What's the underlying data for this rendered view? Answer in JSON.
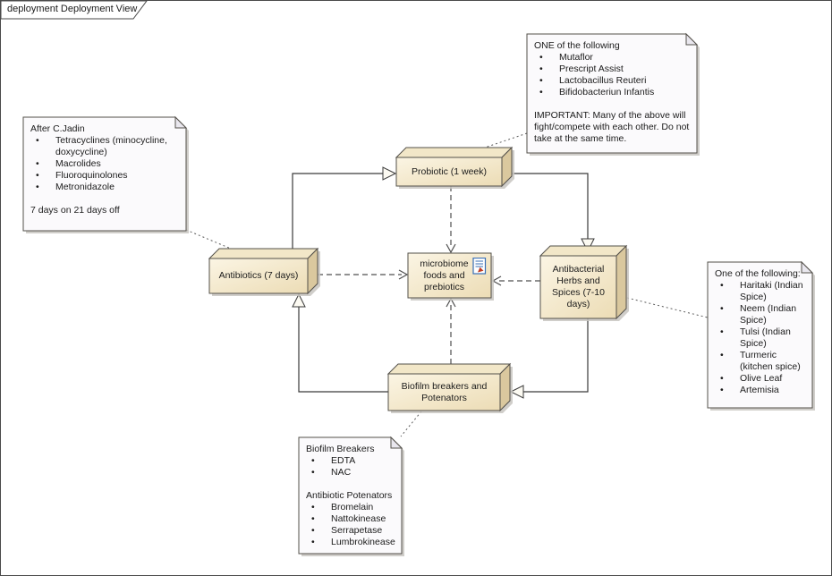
{
  "frame": {
    "label": "deployment Deployment View"
  },
  "colors": {
    "node_fill_light": "#fbf5e4",
    "node_fill_dark": "#ecdcb5",
    "node_top": "#f2e7c8",
    "node_side": "#dac89e",
    "node_border": "#53504a",
    "note_fill": "#fbfafc",
    "note_fold": "#e9e7ee",
    "note_border": "#53504a",
    "line": "#3a3a3a",
    "line_dash": "#4f4f4f",
    "line_note": "#5d5d5d",
    "tri_fill": "#fcfaf2",
    "shadow": "#c8c6c1",
    "frame_border": "#4a4a4a",
    "icon_blue": "#3a6fb5",
    "icon_red": "#c23b22",
    "text": "#1b1b1b"
  },
  "nodes": {
    "antibiotics": {
      "label": "Antibiotics (7 days)"
    },
    "probiotic": {
      "label": "Probiotic (1 week)"
    },
    "herbs": {
      "label": "Antibacterial Herbs and Spices (7-10 days)"
    },
    "biofilm": {
      "label": "Biofilm breakers and Potenators"
    },
    "microbiome": {
      "label": "microbiome foods and prebiotics",
      "icon": "document-icon"
    }
  },
  "notes": {
    "after_cjadin": {
      "lines": [
        {
          "t": "text",
          "s": "After C.Jadin"
        },
        {
          "t": "bullet",
          "s": "Tetracyclines (minocycline, doxycycline)"
        },
        {
          "t": "bullet",
          "s": "Macrolides"
        },
        {
          "t": "bullet",
          "s": "Fluoroquinolones"
        },
        {
          "t": "bullet",
          "s": "Metronidazole"
        },
        {
          "t": "gap"
        },
        {
          "t": "text",
          "s": "7 days on 21 days off"
        }
      ]
    },
    "probiotic_options": {
      "lines": [
        {
          "t": "text",
          "s": "ONE of the following"
        },
        {
          "t": "bullet",
          "s": "Mutaflor"
        },
        {
          "t": "bullet",
          "s": "Prescript Assist"
        },
        {
          "t": "bullet",
          "s": "Lactobacillus Reuteri"
        },
        {
          "t": "bullet",
          "s": "Bifidobacteriun Infantis"
        },
        {
          "t": "gap"
        },
        {
          "t": "text",
          "s": "IMPORTANT: Many of the above will fight/compete with each other. Do not take at the same time."
        }
      ]
    },
    "herb_options": {
      "lines": [
        {
          "t": "text",
          "s": "One of the following:"
        },
        {
          "t": "bullet",
          "s": "Haritaki (Indian Spice)"
        },
        {
          "t": "bullet",
          "s": "Neem (Indian Spice)"
        },
        {
          "t": "bullet",
          "s": "Tulsi (Indian Spice)"
        },
        {
          "t": "bullet",
          "s": "Turmeric (kitchen spice)"
        },
        {
          "t": "bullet",
          "s": "Olive Leaf"
        },
        {
          "t": "bullet",
          "s": "Artemisia"
        }
      ]
    },
    "biofilm_info": {
      "lines": [
        {
          "t": "text",
          "s": "Biofilm Breakers"
        },
        {
          "t": "bullet",
          "s": "EDTA"
        },
        {
          "t": "bullet",
          "s": "NAC"
        },
        {
          "t": "gap"
        },
        {
          "t": "text",
          "s": "Antibiotic Potenators"
        },
        {
          "t": "bullet",
          "s": "Bromelain"
        },
        {
          "t": "bullet",
          "s": "Nattokinease"
        },
        {
          "t": "bullet",
          "s": "Serrapetase"
        },
        {
          "t": "bullet",
          "s": "Lumbrokinease"
        }
      ]
    }
  }
}
